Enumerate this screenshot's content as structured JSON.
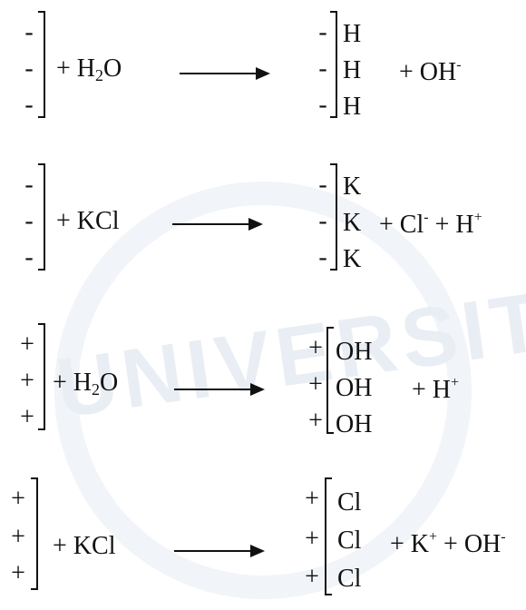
{
  "reactions": [
    {
      "surface_signs": [
        "-",
        "-",
        "-"
      ],
      "reactant": {
        "plus": "+ ",
        "formula": "H",
        "sub": "2",
        "tail": "O"
      },
      "product_signs": [
        "-",
        "-",
        "-"
      ],
      "product_atoms": [
        "H",
        "H",
        "H"
      ],
      "byproducts": [
        {
          "text": "+ OH",
          "sup": "-"
        }
      ]
    },
    {
      "surface_signs": [
        "-",
        "-",
        "-"
      ],
      "reactant": {
        "plus": "+ ",
        "formula": "KCl",
        "sub": "",
        "tail": ""
      },
      "product_signs": [
        "-",
        "-",
        "-"
      ],
      "product_atoms": [
        "K",
        "K",
        "K"
      ],
      "byproducts": [
        {
          "text": "+ Cl",
          "sup": "-"
        },
        {
          "text": " + H",
          "sup": "+"
        }
      ]
    },
    {
      "surface_signs": [
        "+",
        "+",
        "+"
      ],
      "reactant": {
        "plus": "+ ",
        "formula": "H",
        "sub": "2",
        "tail": "O"
      },
      "product_signs": [
        "+",
        "+",
        "+"
      ],
      "product_atoms": [
        "OH",
        "OH",
        "OH"
      ],
      "byproducts": [
        {
          "text": "+ H",
          "sup": "+"
        }
      ]
    },
    {
      "surface_signs": [
        "+",
        "+",
        "+"
      ],
      "reactant": {
        "plus": "+ ",
        "formula": "KCl",
        "sub": "",
        "tail": ""
      },
      "product_signs": [
        "+",
        "+",
        "+"
      ],
      "product_atoms": [
        "Cl",
        "Cl",
        "Cl"
      ],
      "byproducts": [
        {
          "text": "+ K",
          "sup": "+"
        },
        {
          "text": " + OH",
          "sup": "-"
        }
      ]
    }
  ],
  "watermark": {
    "text": "UNIVERSITAS"
  },
  "colors": {
    "ink": "#111111",
    "watermark": "#e9eef4"
  }
}
